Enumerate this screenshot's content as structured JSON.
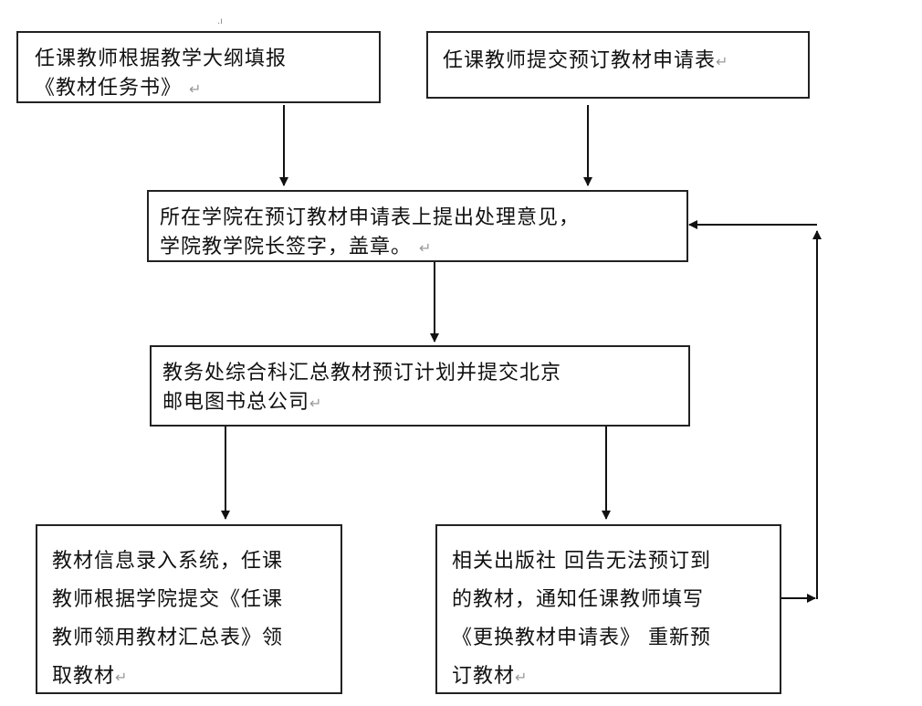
{
  "diagram": {
    "top_mark": ".ı",
    "return_mark": "↵",
    "boxes": {
      "fill_task_book": {
        "lines": [
          "任课教师根据教学大纲填报",
          "《教材任务书》"
        ]
      },
      "submit_request": {
        "lines": [
          "任课教师提交预订教材申请表"
        ]
      },
      "college_review": {
        "lines": [
          "所在学院在预订教材申请表上提出处理意见，",
          "学院教学院长签字，盖章。"
        ]
      },
      "academic_office_summary": {
        "lines": [
          "教务处综合科汇总教材预订计划并提交北京",
          "邮电图书总公司"
        ]
      },
      "enter_system": {
        "lines": [
          "教材信息录入系统，任课",
          "教师根据学院提交《任课",
          "教师领用教材汇总表》领",
          "取教材"
        ]
      },
      "publisher_reply": {
        "lines": [
          "相关出版社 回告无法预订到",
          "的教材，通知任课教师填写",
          "《更换教材申请表》 重新预",
          "订教材"
        ]
      }
    },
    "edges": [
      {
        "from": "fill_task_book",
        "to": "college_review"
      },
      {
        "from": "submit_request",
        "to": "college_review"
      },
      {
        "from": "college_review",
        "to": "academic_office_summary"
      },
      {
        "from": "academic_office_summary",
        "to": "enter_system"
      },
      {
        "from": "academic_office_summary",
        "to": "publisher_reply"
      },
      {
        "from": "publisher_reply",
        "to": "college_review",
        "type": "feedback-loop"
      }
    ]
  }
}
